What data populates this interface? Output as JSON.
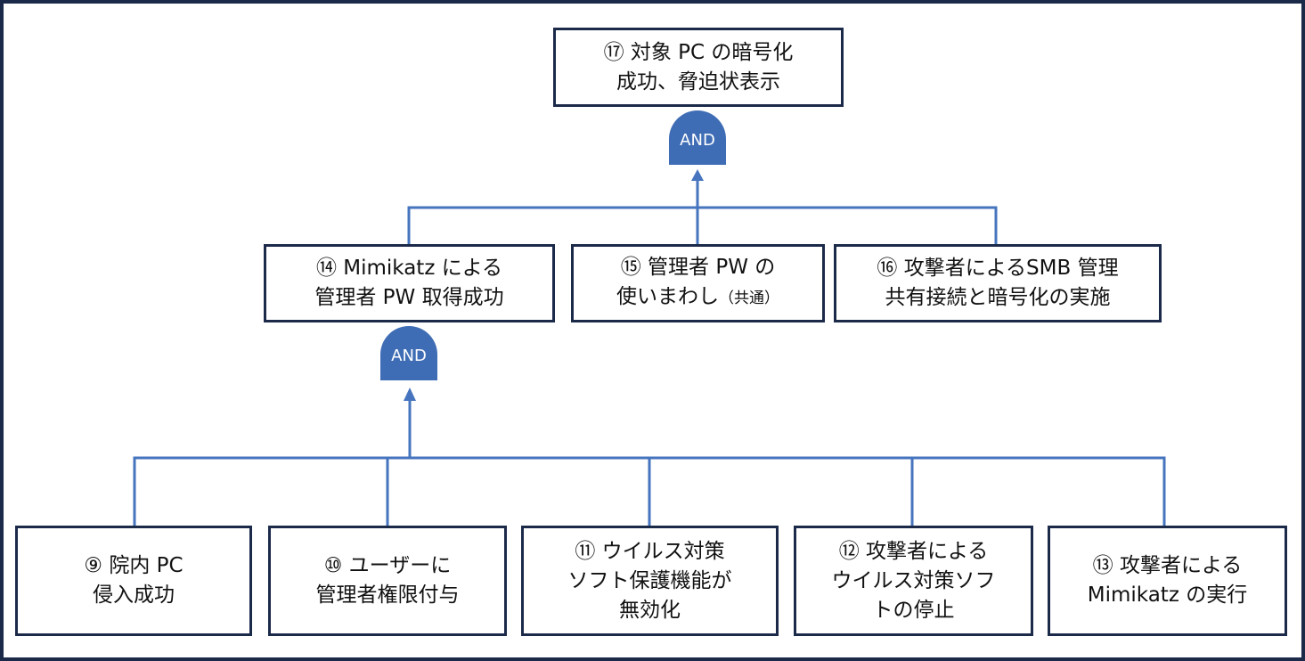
{
  "colors": {
    "border": "#1c2a4a",
    "gate": "#3f6db5",
    "wire": "#4674be"
  },
  "top": {
    "text": "⑰ 対象 PC の暗号化\n成功、脅迫状表示"
  },
  "gates": {
    "top_gate": "AND",
    "mid_gate": "AND"
  },
  "middle": [
    {
      "text": "⑭ Mimikatz による\n管理者 PW 取得成功"
    },
    {
      "text": "⑮ 管理者 PW の\n使いまわし",
      "note": "（共通）"
    },
    {
      "text": "⑯ 攻撃者によるSMB 管理\n共有接続と暗号化の実施"
    }
  ],
  "bottom": [
    {
      "text": "⑨ 院内 PC\n侵入成功"
    },
    {
      "text": "⑩ ユーザーに\n管理者権限付与"
    },
    {
      "text": "⑪ ウイルス対策\nソフト保護機能が\n無効化"
    },
    {
      "text": "⑫ 攻撃者による\nウイルス対策ソフ\nトの停止"
    },
    {
      "text": "⑬ 攻撃者による\nMimikatz の実行"
    }
  ]
}
